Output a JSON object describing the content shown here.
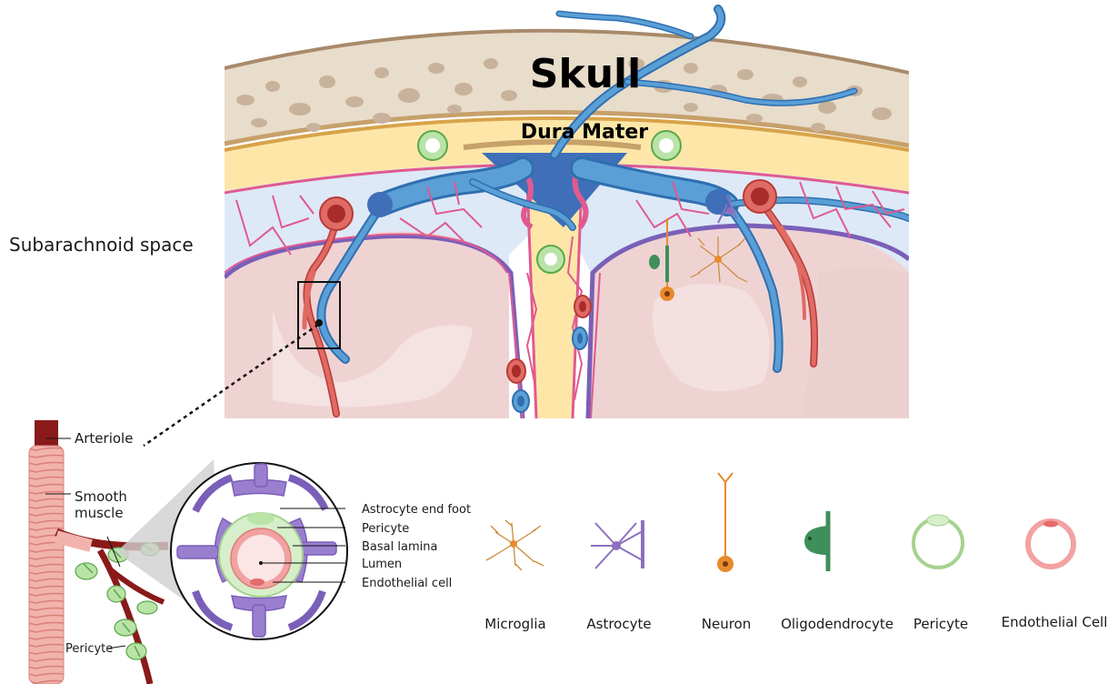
{
  "labels": {
    "skull": "Skull",
    "dura": "Dura Mater",
    "subarachnoid": "Subarachnoid space",
    "arteriole": "Arteriole",
    "smooth_muscle_1": "Smooth",
    "smooth_muscle_2": "muscle",
    "pericyte_branch": "Pericyte"
  },
  "inset_callouts": [
    "Astrocyte end foot",
    "Pericyte",
    "Basal lamina",
    "Lumen",
    "Endothelial cell"
  ],
  "legend": [
    {
      "label": "Microglia",
      "icon": "microglia-icon"
    },
    {
      "label": "Astrocyte",
      "icon": "astrocyte-icon"
    },
    {
      "label": "Neuron",
      "icon": "neuron-icon"
    },
    {
      "label": "Oligodendrocyte",
      "icon": "oligodendrocyte-icon"
    },
    {
      "label": "Pericyte",
      "icon": "pericyte-icon"
    },
    {
      "label": "Endothelial Cell",
      "icon": "endothelial-cell-icon"
    }
  ],
  "colors": {
    "skull": "#e8dccb",
    "skull_edge": "#a88a6a",
    "dura": "#fde6a8",
    "vein": "#5a9fd6",
    "vein_dark": "#2f6fb0",
    "artery": "#d9534f",
    "pia": "#e05a90",
    "brain": "#efd3d3",
    "astrocyte": "#8d6fbf",
    "pericyte": "#b9e3a7",
    "microglia": "#c98a3a",
    "neuron": "#e88a2d",
    "oligodendrocyte": "#3f8f5a",
    "endothelial": "#f2a2a2",
    "arteriole": "#8a1a1a"
  }
}
